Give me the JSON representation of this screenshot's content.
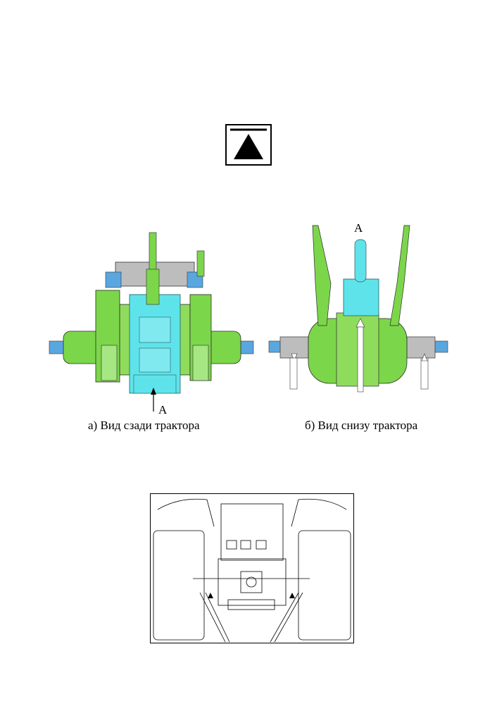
{
  "figure_a": {
    "caption": "а) Вид сзади трактора",
    "marker": "А"
  },
  "figure_b": {
    "caption": "б) Вид снизу трактора",
    "marker": "А"
  },
  "warning_sign": {
    "icon": "triangle-warning-sign-icon"
  },
  "colors": {
    "green": "#7cd64a",
    "green_dark": "#3d8a1e",
    "cyan": "#5fe3ea",
    "gray": "#b9b9b9",
    "blue": "#5aa7e0"
  }
}
